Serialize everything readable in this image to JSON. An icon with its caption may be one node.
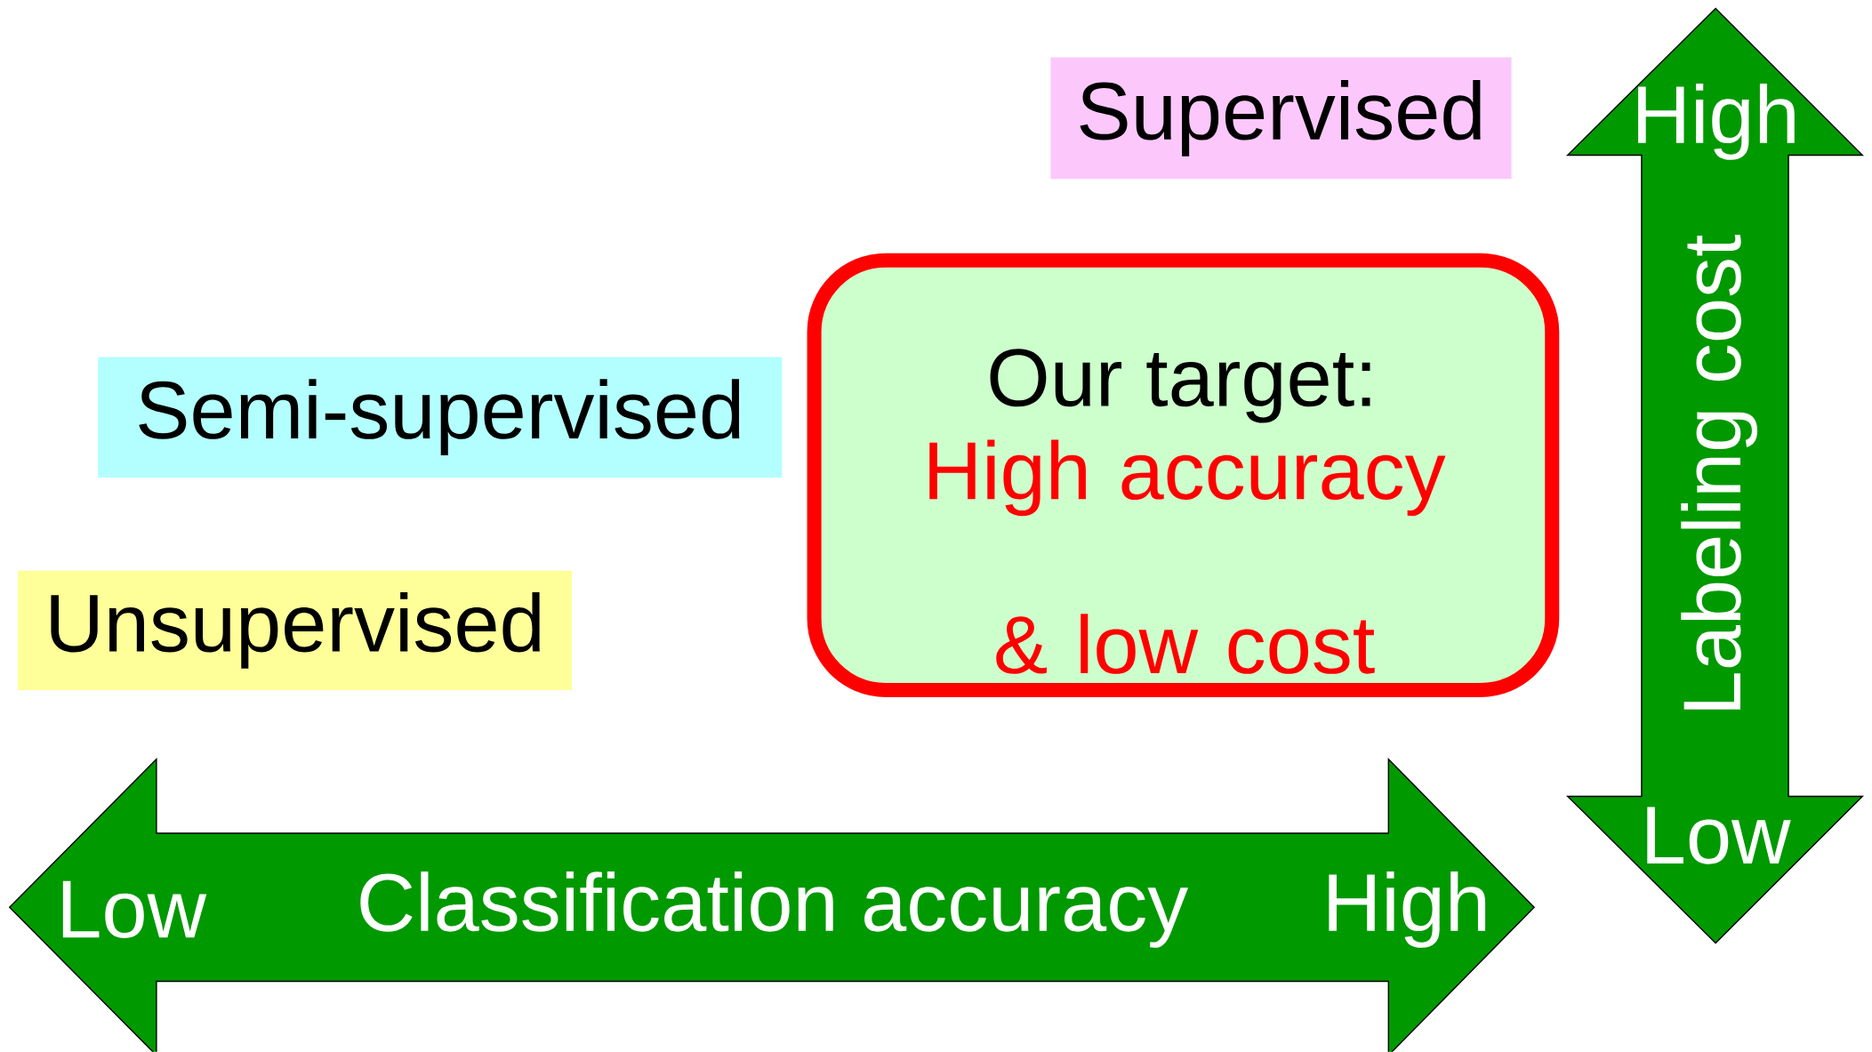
{
  "diagram": {
    "nodes": [
      {
        "text": [
          "Supervised"
        ]
      },
      {
        "text": [
          "Semi-supervised"
        ]
      },
      {
        "text": [
          "Unsupervised"
        ]
      },
      {
        "text": [
          "Our target:",
          "High accuracy & low cost"
        ]
      }
    ],
    "labels": [
      "High",
      "Labeling cost",
      "Low",
      "Low",
      "Classification accuracy",
      "High"
    ]
  }
}
